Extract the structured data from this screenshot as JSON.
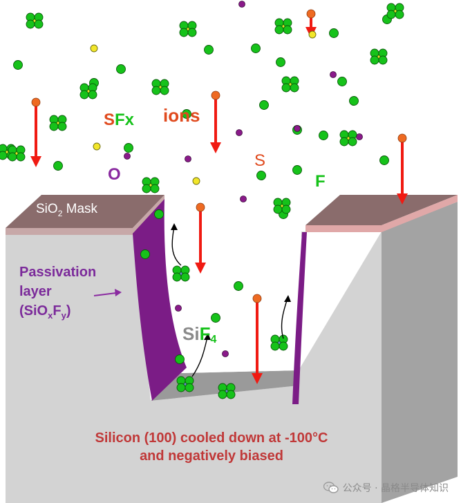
{
  "labels": {
    "sfx_s": "S",
    "sfx_fx": "Fx",
    "ions": "ions",
    "s": "S",
    "o": "O",
    "f": "F",
    "mask_pre": "SiO",
    "mask_sub": "2",
    "mask_post": " Mask",
    "pass_line1": "Passivation",
    "pass_line2": "layer",
    "pass_l3_a": "(SiO",
    "pass_l3_x": "x",
    "pass_l3_f": "F",
    "pass_l3_y": "y",
    "pass_l3_b": ")",
    "sif4_si": "Si",
    "sif4_f": "F",
    "sif4_4": "4",
    "bottom_line1": "Silicon (100) cooled down at -100°C",
    "bottom_line2": "and negatively biased",
    "watermark": "公众号 · 晶格半导体知识"
  },
  "colors": {
    "ion_red": "#f01a12",
    "ion_head": "#ee6a22",
    "fluorine_green": "#16c21a",
    "sulfur_yellow": "#f2e62a",
    "oxygen_purple": "#8a1a8a",
    "passivation": "#7b1c86",
    "silicon_face": "#d3d3d3",
    "silicon_side": "#a3a3a3",
    "mask": "#8a6c6c",
    "label_orange": "#e04a1e",
    "label_purple": "#8a2aa0",
    "label_red": "#c03838"
  },
  "icons": {
    "watermark": "wechat-icon"
  }
}
